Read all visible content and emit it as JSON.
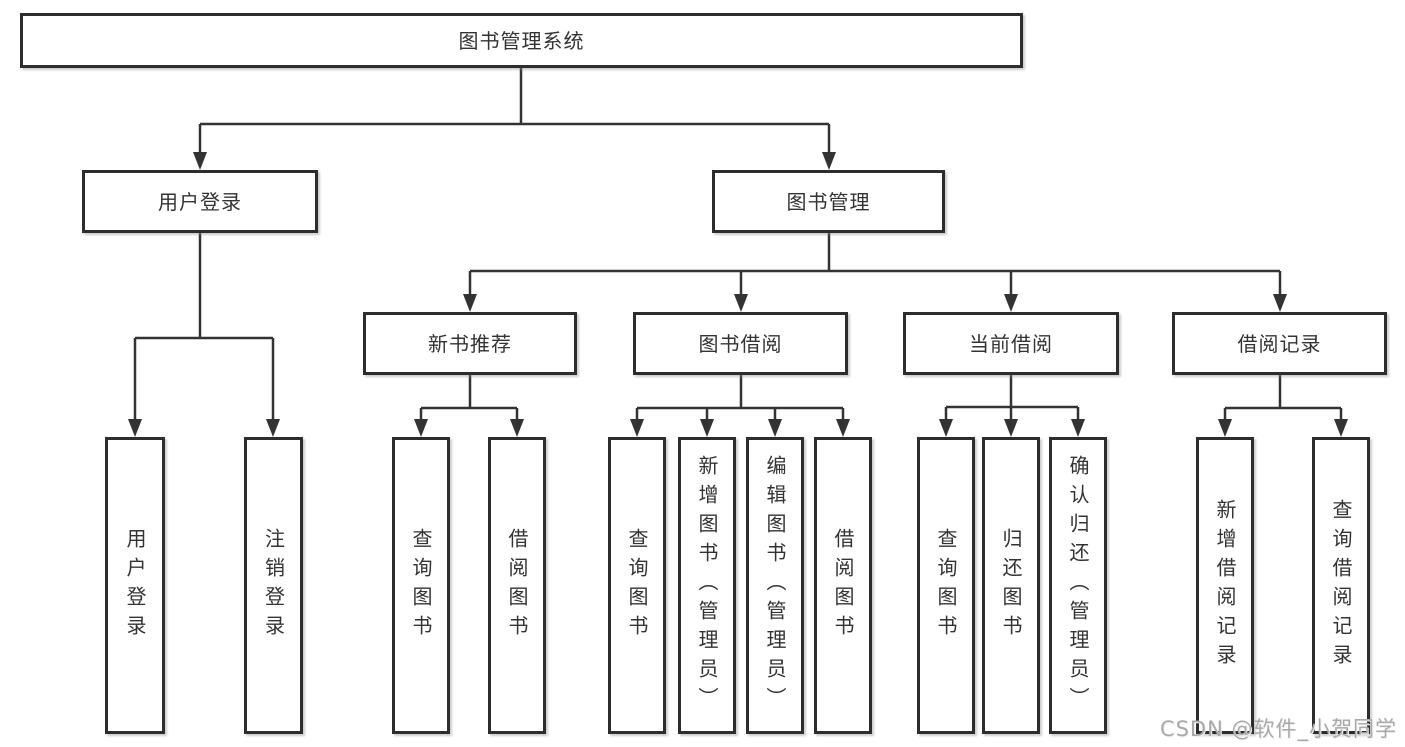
{
  "diagram_title": "图书管理系统",
  "nodes": {
    "root": {
      "label": "图书管理系统"
    },
    "userLogin": {
      "label": "用户登录"
    },
    "bookMgmt": {
      "label": "图书管理"
    },
    "newBookRec": {
      "label": "新书推荐"
    },
    "bookBorrow": {
      "label": "图书借阅"
    },
    "currentBorrow": {
      "label": "当前借阅"
    },
    "borrowRecords": {
      "label": "借阅记录"
    },
    "leafUserLogin": {
      "label": "用户登录"
    },
    "leafLogout": {
      "label": "注销登录"
    },
    "recQueryBook": {
      "label": "查询图书"
    },
    "recBorrowBook": {
      "label": "借阅图书"
    },
    "bbQueryBook": {
      "label": "查询图书"
    },
    "bbAddBook": {
      "label": "新增图书（管理员）"
    },
    "bbEditBook": {
      "label": "编辑图书（管理员）"
    },
    "bbBorrowBook": {
      "label": "借阅图书"
    },
    "cbQueryBook": {
      "label": "查询图书"
    },
    "cbReturnBook": {
      "label": "归还图书"
    },
    "cbConfirmReturn": {
      "label": "确认归还（管理员）"
    },
    "brAddRecord": {
      "label": "新增借阅记录"
    },
    "brQueryRecord": {
      "label": "查询借阅记录"
    }
  },
  "hierarchy": {
    "root": [
      "userLogin",
      "bookMgmt"
    ],
    "userLogin": [
      "leafUserLogin",
      "leafLogout"
    ],
    "bookMgmt": [
      "newBookRec",
      "bookBorrow",
      "currentBorrow",
      "borrowRecords"
    ],
    "newBookRec": [
      "recQueryBook",
      "recBorrowBook"
    ],
    "bookBorrow": [
      "bbQueryBook",
      "bbAddBook",
      "bbEditBook",
      "bbBorrowBook"
    ],
    "currentBorrow": [
      "cbQueryBook",
      "cbReturnBook",
      "cbConfirmReturn"
    ],
    "borrowRecords": [
      "brAddRecord",
      "brQueryRecord"
    ]
  },
  "watermark": "CSDN @软件_小贺同学",
  "colors": {
    "line": "#333333",
    "box_border": "#2d2d2d",
    "box_fill": "#ffffff",
    "text": "#333333",
    "watermark": "#a9a9a9"
  }
}
